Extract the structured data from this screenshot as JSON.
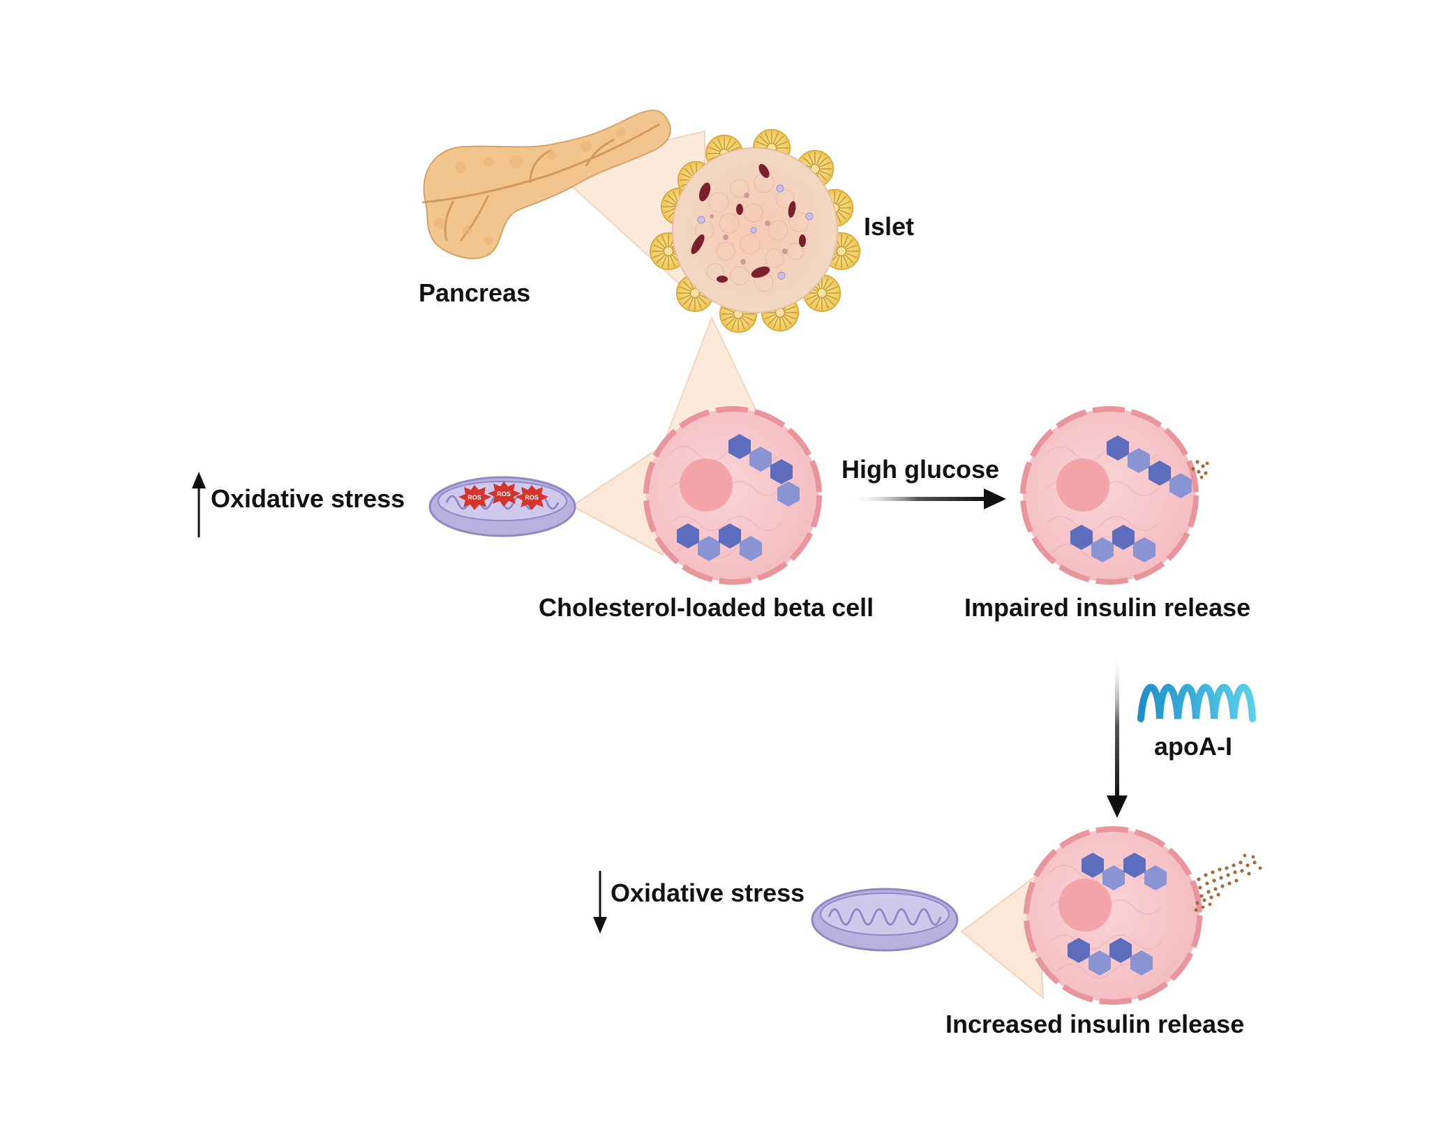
{
  "labels": {
    "pancreas": "Pancreas",
    "islet": "Islet",
    "oxidative_stress_up": "Oxidative stress",
    "beta_cell": "Cholesterol-loaded beta cell",
    "high_glucose": "High glucose",
    "impaired_release": "Impaired insulin release",
    "apoa1": "apoA-I",
    "oxidative_stress_down": "Oxidative stress",
    "increased_release": "Increased insulin release"
  },
  "ros_labels": [
    "ROS",
    "ROS",
    "ROS"
  ],
  "colors": {
    "pancreas": "#f2c48e",
    "islet_cells": "#f4d3b8",
    "acinar": "#f5d77a",
    "cell_fill": "#f7c6c9",
    "cell_membrane": "#e8959c",
    "nucleus": "#f2a4a8",
    "hexagon": "#6f7fc4",
    "mitochondria": "#b8b2de",
    "ros": "#d4342c",
    "apoa1": "#2fb3d8",
    "insulin_granules": "#a56a3c",
    "arrow": "#222222",
    "zoom_cone": "#fbe3cf"
  }
}
